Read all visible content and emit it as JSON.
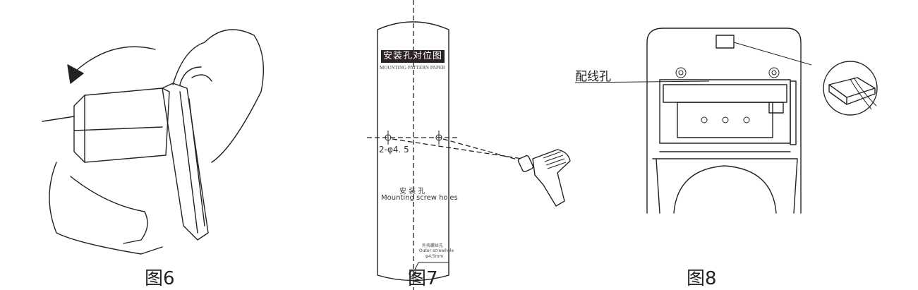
{
  "figures": [
    {
      "caption": "图6"
    },
    {
      "caption": "图7",
      "paper_title": "安装孔对位图",
      "paper_subtitle": "MOUNTING PATTERN PAPER",
      "hole_spec": "2-φ4. 5",
      "holes_label_cn": "安 装 孔",
      "holes_label_en": "Mounting screw holes",
      "outer_hole_cn": "外壳螺丝孔",
      "outer_hole_en": "Outer screwhole",
      "outer_hole_size": "φ4.5mm"
    },
    {
      "caption": "图8",
      "wiring_hole_label": "配线孔"
    }
  ]
}
